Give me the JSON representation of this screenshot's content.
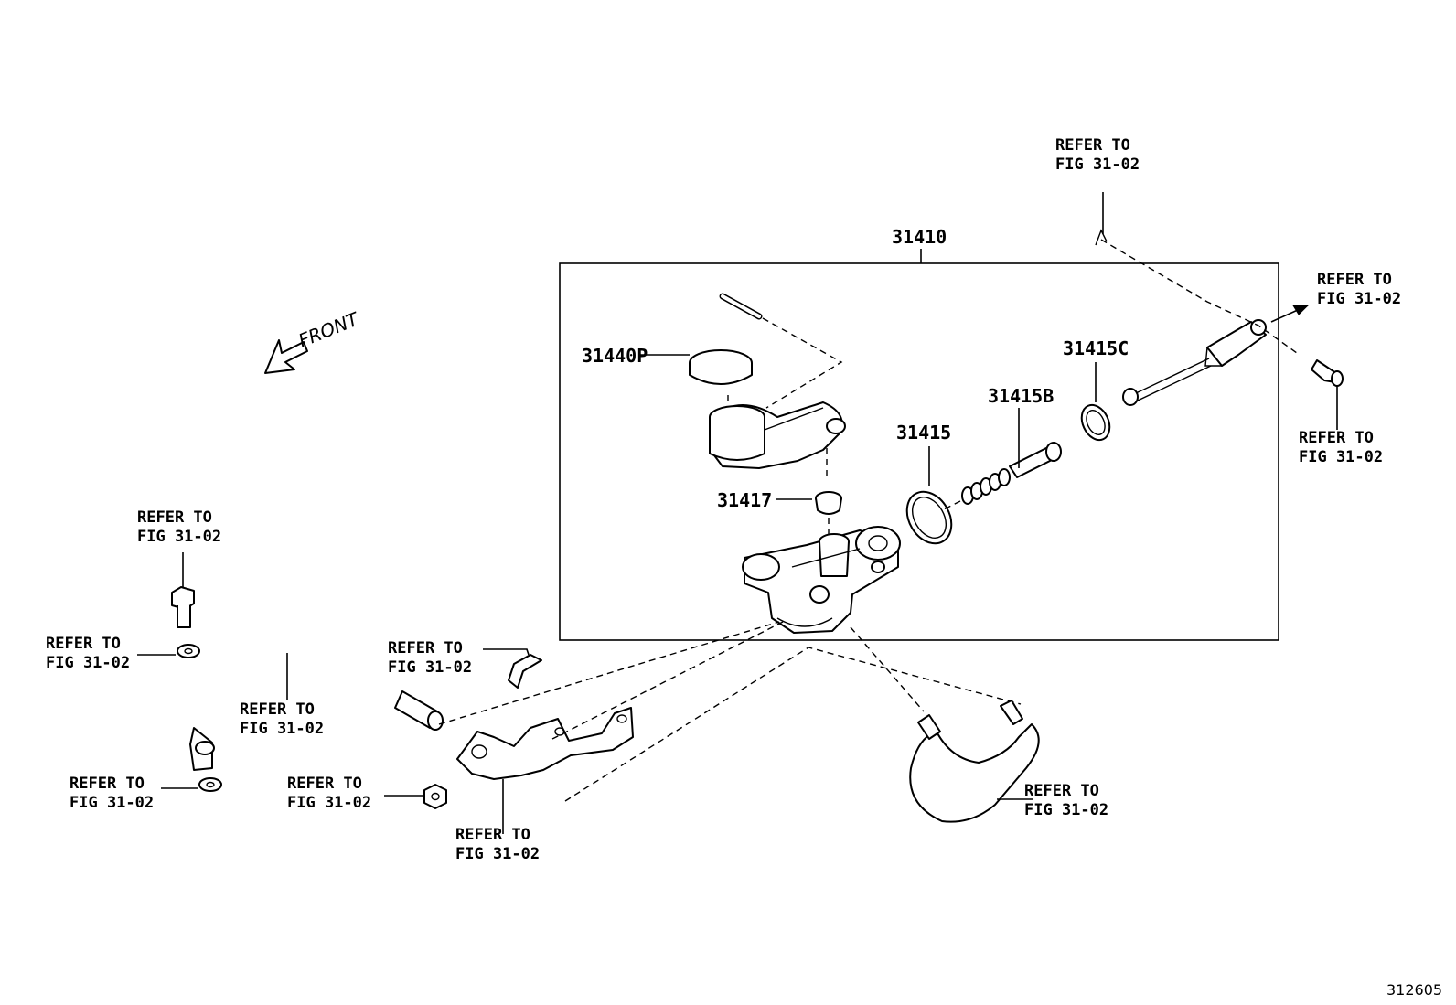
{
  "assembly": {
    "part_no": "31410"
  },
  "parts": {
    "cap": "31440P",
    "seal_31417": "31417",
    "ring_31415": "31415",
    "piston_31415b": "31415B",
    "snapring_31415c": "31415C"
  },
  "refer": {
    "line1": "REFER TO",
    "line2": "FIG 31-02"
  },
  "direction": {
    "label": "FRONT"
  },
  "illustration_no": "312605"
}
